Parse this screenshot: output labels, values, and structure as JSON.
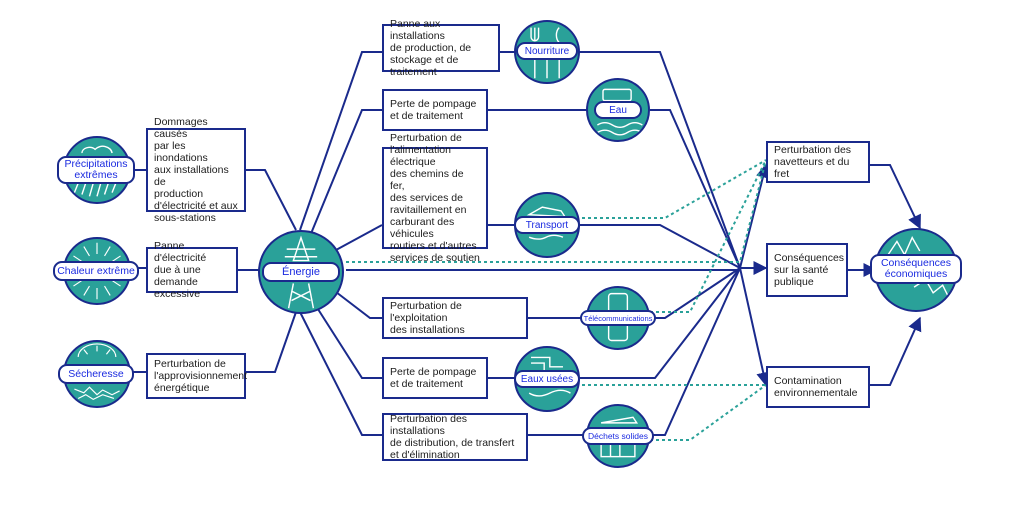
{
  "colors": {
    "navy": "#1a2a8c",
    "teal": "#2aa199",
    "link_blue": "#1a2ae0",
    "dashed": "#2aa199"
  },
  "hazards": [
    {
      "id": "precip",
      "label": "Précipitations\nextrêmes",
      "icon": "rain-icon"
    },
    {
      "id": "heat",
      "label": "Chaleur extrême",
      "icon": "sun-icon"
    },
    {
      "id": "drought",
      "label": "Sécheresse",
      "icon": "drought-icon"
    }
  ],
  "hazard_boxes": [
    "Dommages causés\npar les inondations\naux installations de\nproduction\nd'électricité et aux\nsous-stations",
    "Panne d'électricité\ndue à une demande\nexcessive",
    "Perturbation de\nl'approvisionnement\nénergétique"
  ],
  "hub": {
    "label": "Énergie",
    "icon": "pylon-icon"
  },
  "impact_boxes": [
    "Panne aux installations\nde production, de\nstockage et de traitement",
    "Perte de pompage\net de traitement",
    "Perturbation de\nl'alimentation électrique\ndes chemins de fer,\ndes services de\nravitaillement en\ncarburant des véhicules\nroutiers et d'autres\nservices de soutien",
    "Perturbation de l'exploitation\ndes installations",
    "Perte de pompage\net de traitement",
    "Perturbation des installations\nde distribution, de transfert\net d'élimination"
  ],
  "sectors": [
    {
      "label": "Nourriture",
      "icon": "cutlery-icon"
    },
    {
      "label": "Eau",
      "icon": "faucet-icon"
    },
    {
      "label": "Transport",
      "icon": "ship-icon"
    },
    {
      "label": "Télécommunications",
      "icon": "phone-icon"
    },
    {
      "label": "Eaux usées",
      "icon": "sewer-pipe-icon"
    },
    {
      "label": "Déchets solides",
      "icon": "dumpster-icon"
    }
  ],
  "outcomes": [
    "Perturbation des\nnavetteurs et du fret",
    "Conséquences\nsur la santé\npublique",
    "Contamination\nenvironnementale"
  ],
  "final": {
    "label": "Conséquences\néconomiques",
    "icon": "line-graph-icon"
  }
}
